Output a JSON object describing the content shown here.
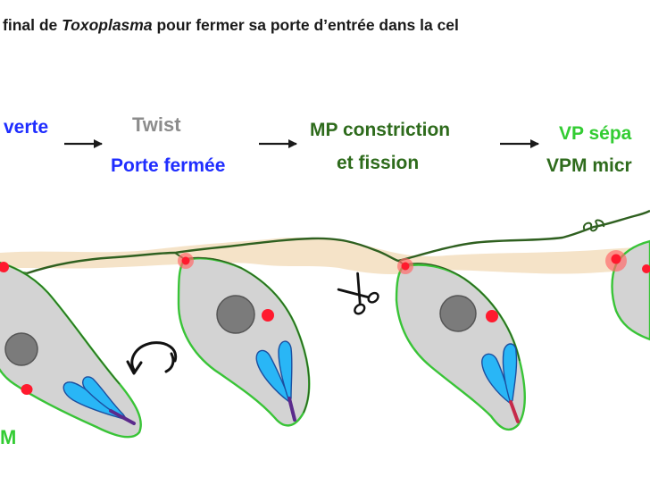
{
  "title": {
    "before": "final de ",
    "italic": "Toxoplasma",
    "after": " pour fermer sa porte d’entrée dans la cel"
  },
  "steps": {
    "s1_line1": "verte",
    "s2_line1": "Twist",
    "s2_line2": "Porte fermée",
    "s3_line1": "MP constriction",
    "s3_line2": "et fission",
    "s4_line1": "VP sépa",
    "s4_line2": "VPM micr"
  },
  "labels": {
    "corner": "M"
  },
  "colors": {
    "blue": "#1f2dff",
    "grey_text": "#8c8c8c",
    "dark_green": "#2e6b1c",
    "light_green": "#33cc33",
    "membrane": "#2f6020",
    "band": "#f5e3c8",
    "parasite_fill": "#d3d3d3",
    "parasite_outline": "#39c437",
    "nucleus": "#7b7b7b",
    "red_spot": "#ff1a2e",
    "rhoptry": "#29b6f6"
  },
  "icons": [
    "rotation-arrow-icon",
    "scissors-icon",
    "right-arrow-icon"
  ]
}
